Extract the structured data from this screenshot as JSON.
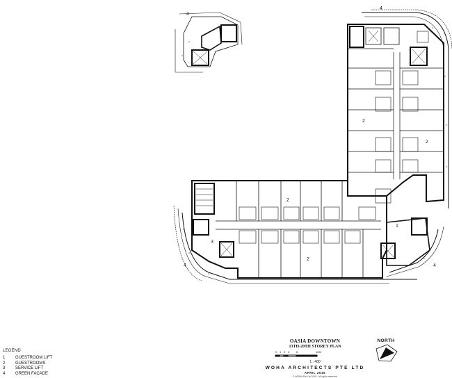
{
  "plan": {
    "zone_labels": {
      "guestrooms_left": "2",
      "guestrooms_right": "2",
      "guestrooms_bottom_north": "2",
      "guestrooms_bottom_south": "2",
      "guestroom_lift": "1",
      "service_lift": "3",
      "green_facade_ne": "4",
      "green_facade_nw": "4",
      "green_facade_sw": "4",
      "green_facade_se": "4"
    }
  },
  "legend": {
    "title": "LEGEND",
    "items": [
      {
        "num": "1",
        "label": "GUESTROOM LIFT"
      },
      {
        "num": "2",
        "label": "GUESTROOMS"
      },
      {
        "num": "3",
        "label": "SERVICE LIFT"
      },
      {
        "num": "4",
        "label": "GREEN FACADE"
      }
    ]
  },
  "title_block": {
    "project": "OASIA DOWNTOWN",
    "plan_title": "13TH-20TH STOREY PLAN",
    "scale_ticks": [
      "0",
      "1",
      "2",
      "3",
      "5",
      "10M"
    ],
    "scale": "1 : 400",
    "firm": "WOHA ARCHITECTS PTE LTD",
    "date": "APRIL 2016",
    "copyright": "© WOHA Pte Ltd 2016 - All rights reserved"
  },
  "north": {
    "label": "NORTH"
  }
}
